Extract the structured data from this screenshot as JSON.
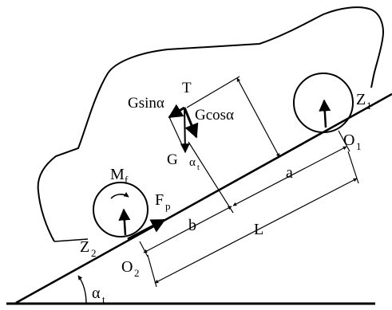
{
  "labels": {
    "T": "T",
    "G_sin": "Gsinα",
    "G_cos": "Gcosα",
    "G": "G",
    "alpha_t": "α",
    "alpha_t_sub": "t",
    "Z1": "Z",
    "Z1_sub": "1",
    "O1": "O",
    "O1_sub": "1",
    "M": "M",
    "M_sub": "f",
    "F": "F",
    "F_sub": "p",
    "a": "a",
    "b": "b",
    "L": "L",
    "Z2": "Z",
    "Z2_sub": "2",
    "O2": "O",
    "O2_sub": "2",
    "slope": "α",
    "slope_sub": "t"
  },
  "colors": {
    "line": "#000000",
    "background": "#ffffff"
  }
}
